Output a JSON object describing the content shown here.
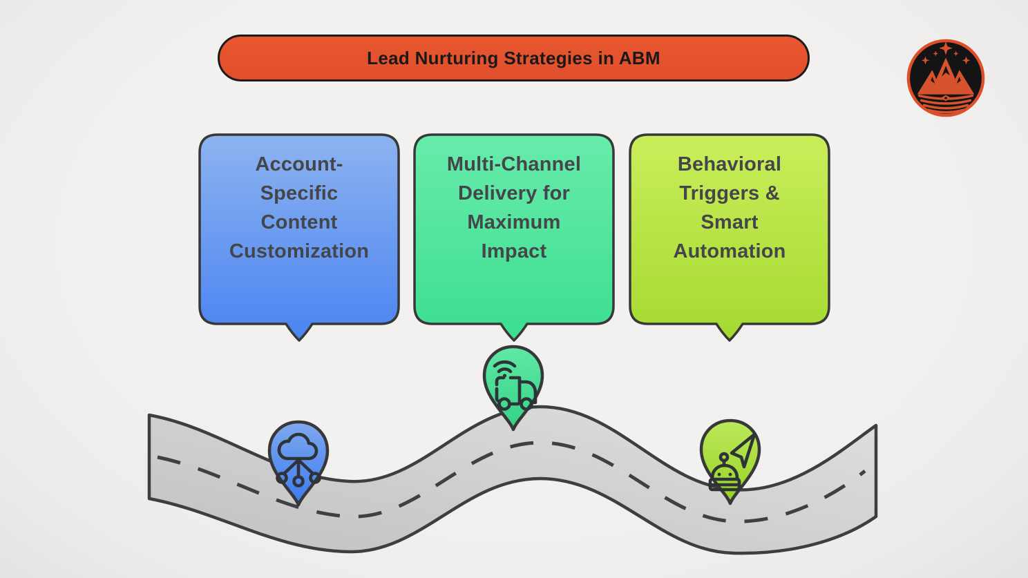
{
  "page": {
    "background": "#f1f0ee"
  },
  "banner": {
    "title": "Lead Nurturing Strategies in ABM",
    "fill": "#e5522e",
    "border": "#1b1b1b",
    "text_color": "#191919"
  },
  "logo": {
    "name": "crown-mountain-badge",
    "ring_color": "#dd4f2a",
    "disc_color": "#141414",
    "art_color": "#d6532d"
  },
  "cards": [
    {
      "title_lines": "Account-\nSpecific\nContent\nCustomization",
      "gradient_top": "#8db3f0",
      "gradient_bottom": "#4a84f2"
    },
    {
      "title_lines": "Multi-Channel\nDelivery for\nMaximum\nImpact",
      "gradient_top": "#68ecab",
      "gradient_bottom": "#3cdd90"
    },
    {
      "title_lines": "Behavioral\nTriggers &\nSmart\nAutomation",
      "gradient_top": "#caee5b",
      "gradient_bottom": "#a5d930"
    }
  ],
  "card_text_color": "#44464a",
  "road": {
    "stroke": "#3d3e40",
    "fill_light": "#e0e0e0",
    "fill_dark": "#c1c1c1",
    "centerline_color": "#3f4043"
  },
  "pins": [
    {
      "icon": "cloud-network-icon",
      "gradient_top": "#7fa9ee",
      "gradient_bottom": "#3c79f2"
    },
    {
      "icon": "smart-delivery-truck-icon",
      "gradient_top": "#5fe9a5",
      "gradient_bottom": "#34d186"
    },
    {
      "icon": "robot-send-icon",
      "gradient_top": "#bce95b",
      "gradient_bottom": "#97d224"
    }
  ],
  "icon_stroke": "#2e3338"
}
